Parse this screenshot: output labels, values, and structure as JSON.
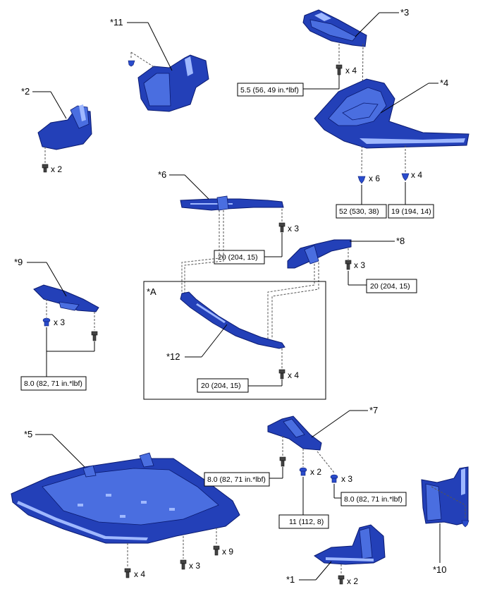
{
  "callouts": {
    "c1": "*1",
    "c2": "*2",
    "c3": "*3",
    "c4": "*4",
    "c5": "*5",
    "c6": "*6",
    "c7": "*7",
    "c8": "*8",
    "c9": "*9",
    "c10": "*10",
    "c11": "*11",
    "c12": "*12",
    "cA": "*A"
  },
  "quantities": {
    "q1": "x 2",
    "q2": "x 2",
    "q3": "x 4",
    "q4a": "x 6",
    "q4b": "x 4",
    "q5a": "x 4",
    "q5b": "x 3",
    "q5c": "x 9",
    "q6": "x 3",
    "q7a": "x 2",
    "q7b": "x 3",
    "q8": "x 3",
    "q9": "x 3",
    "q12": "x 4"
  },
  "torques": {
    "t3": "5.5 (56, 49 in.*lbf)",
    "t4a": "52 (530, 38)",
    "t4b": "19 (194, 14)",
    "t6": "20 (204, 15)",
    "t8": "20 (204, 15)",
    "t9": "8.0 (82, 71 in.*lbf)",
    "t12": "20 (204, 15)",
    "t7a": "8.0 (82, 71 in.*lbf)",
    "t7b": "11 (112, 8)",
    "t7c": "8.0 (82, 71 in.*lbf)"
  },
  "colors": {
    "part": "#2340b8",
    "part_light": "#4a6ee0",
    "highlight": "#9fb8ff"
  }
}
